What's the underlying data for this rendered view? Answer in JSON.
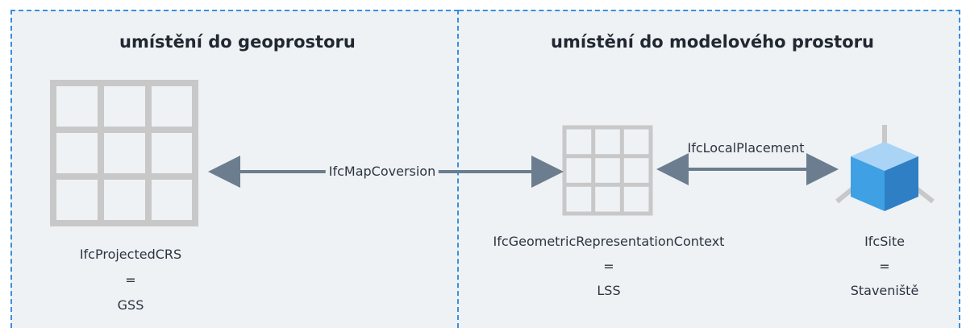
{
  "left_section": {
    "title": "umístění do geoprostoru",
    "crs": {
      "name": "IfcProjectedCRS",
      "equals": "=",
      "abbr": "GSS"
    }
  },
  "right_section": {
    "title": "umístění do modelového prostoru",
    "context": {
      "name": "IfcGeometricRepresentationContext",
      "equals": "=",
      "abbr": "LSS"
    },
    "site": {
      "name": "IfcSite",
      "equals": "=",
      "abbr": "Staveniště"
    }
  },
  "connectors": {
    "map_conversion": "IfcMapCoversion",
    "local_placement": "IfcLocalPlacement"
  },
  "colors": {
    "border": "#3b8ee0",
    "panel_bg": "#eef2f5",
    "grid": "#c8c8c8",
    "arrow": "#6b7d8e",
    "cube_top": "#a9d4f5",
    "cube_left": "#3fa0e3",
    "cube_right": "#2f7fc4"
  },
  "icons": [
    "large-grid-icon",
    "small-grid-icon",
    "site-cube-icon"
  ]
}
